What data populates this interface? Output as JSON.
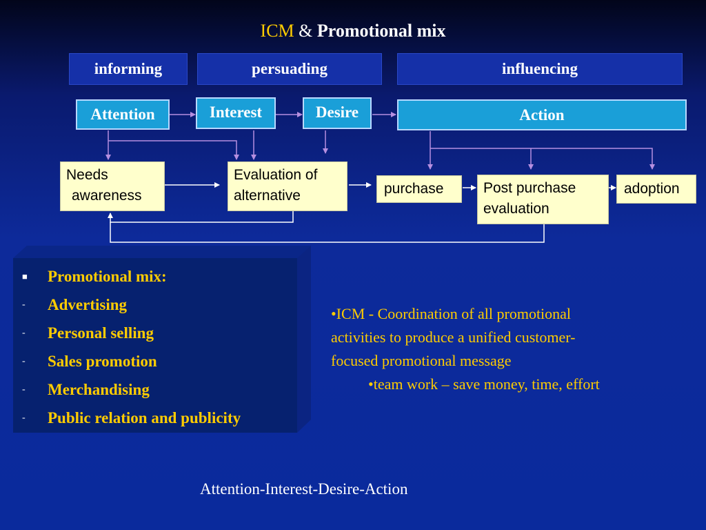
{
  "title": {
    "prefix": "ICM",
    "amp": "&",
    "main": "Promotional mix"
  },
  "stages": {
    "informing": "informing",
    "persuading": "persuading",
    "influencing": "influencing"
  },
  "aida": {
    "attention": "Attention",
    "interest": "Interest",
    "desire": "Desire",
    "action": "Action"
  },
  "process": {
    "needs_line1": "Needs",
    "needs_line2": "awareness",
    "evaluation_line1": "Evaluation of",
    "evaluation_line2": "alternative",
    "purchase": "purchase",
    "post_line1": "Post purchase",
    "post_line2": "evaluation",
    "adoption": "adoption"
  },
  "promo_mix": {
    "heading_marker": "■",
    "heading": "Promotional mix:",
    "items": [
      {
        "marker": "-",
        "label": "Advertising"
      },
      {
        "marker": "-",
        "label": "Personal selling"
      },
      {
        "marker": "-",
        "label": "Sales promotion"
      },
      {
        "marker": "-",
        "label": "Merchandising"
      },
      {
        "marker": "-",
        "label": "Public relation and publicity"
      }
    ]
  },
  "icm_note": {
    "line1": "•ICM  - Coordination of  all promotional",
    "line2": "activities to produce a unified customer-",
    "line3": "focused promotional message",
    "sub": "•team work – save money, time, effort"
  },
  "footer": "Attention-Interest-Desire-Action",
  "colors": {
    "accent_yellow": "#ffcc00",
    "aida_blue": "#1a9fd8",
    "stage_blue": "#1530a8",
    "box_fill": "#ffffcc",
    "arrow": "#b68fe0"
  }
}
